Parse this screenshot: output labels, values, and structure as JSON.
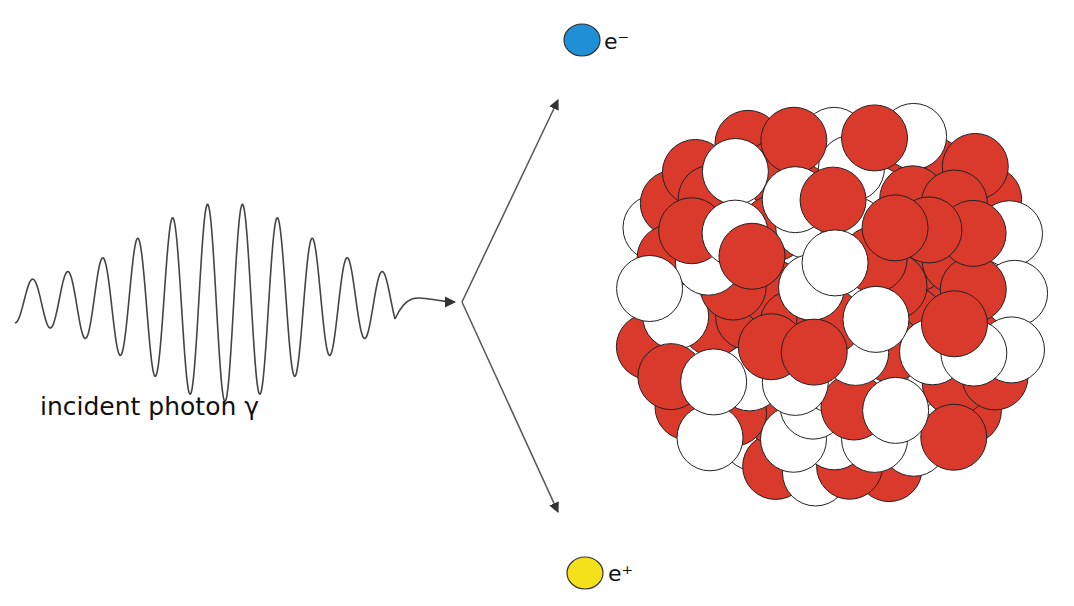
{
  "diagram": {
    "labels": [
      "e⁻",
      "incident photon γ",
      "e⁺"
    ]
  }
}
